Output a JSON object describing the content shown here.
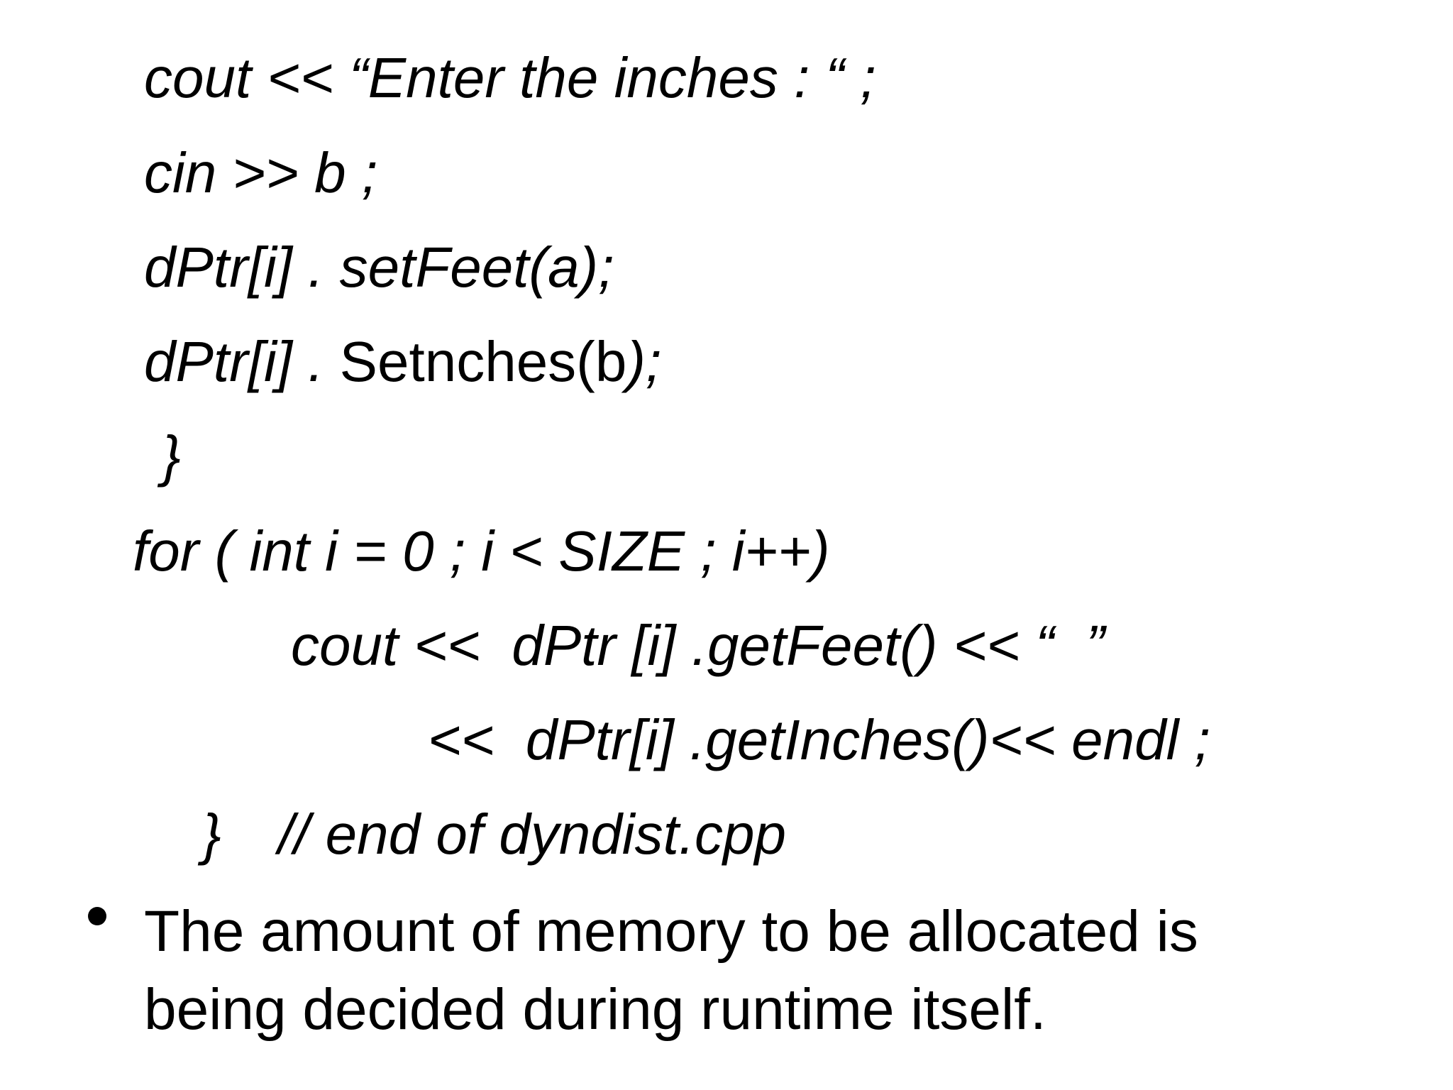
{
  "code_lines": [
    "cout << “Enter the inches : “ ;",
    "cin >> b ;",
    "dPtr[i] . setFeet(a);",
    "dPtr[i] . ",
    "Setnches(b",
    ");",
    "}",
    "for ( int i = 0 ; i < SIZE ; i++)",
    "cout <<  dPtr [i] .getFeet() << “  ”",
    "<<  dPtr[i] .getInches()<< endl ;",
    "}",
    "// end of dyndist.cpp"
  ],
  "bullet": {
    "text": "The amount of memory to be allocated is being decided during runtime itself."
  }
}
